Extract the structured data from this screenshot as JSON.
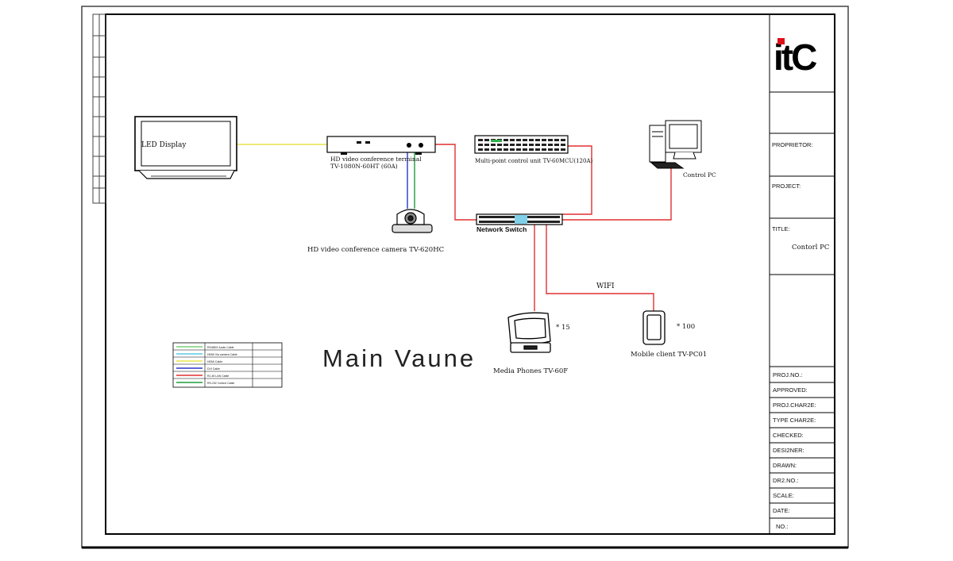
{
  "logo": {
    "text": "itC",
    "accent": "#e0101a"
  },
  "devices": {
    "led_display": "LED Display",
    "terminal": [
      "HD video conference terminal",
      "TV-1080N-60HT (60A)"
    ],
    "mcu": "Multi-point control unit TV-60MCU(120A)",
    "control_pc": "Control PC",
    "camera": "HD video conference camera TV-620HC",
    "switch": "Network Switch",
    "media_phone": "Media Phones TV-60F",
    "mobile_client": "Mobile client TV-PC01"
  },
  "connections": {
    "wifi": "WIFI"
  },
  "quantities": {
    "phones": "* 15",
    "mobile": "* 100"
  },
  "main_title": "Main Vaune",
  "legend": {
    "items": [
      {
        "color": "#7ad07a",
        "label": "RS485/1 Audio Cable"
      },
      {
        "color": "#59c9e6",
        "label": "HDMI Via camera Cable"
      },
      {
        "color": "#e8e24a",
        "label": "HDMI Cable"
      },
      {
        "color": "#2b35c9",
        "label": "DVI Cable"
      },
      {
        "color": "#e03030",
        "label": "RJ-45 LAN Cable"
      },
      {
        "color": "#1f9d3a",
        "label": "RS-232 Control Cable"
      }
    ]
  },
  "title_block": {
    "proprietor": "PROPRIETOR:",
    "project": "PROJECT:",
    "title_label": "TITLE:",
    "title_value": "Contorl PC",
    "fields": [
      "PROJ.NO.:",
      "APPROVED:",
      "PROJ.CHAR2E:",
      "TYPE CHAR2E:",
      "CHECKED:",
      "DESI2NER:",
      "DRAWN:",
      "DR2.NO.:",
      "SCALE:",
      "DATE:",
      "NO.:"
    ]
  },
  "colors": {
    "network": "#e03030",
    "hdmi": "#e8e24a",
    "dvi": "#2b35c9",
    "control": "#1f9d3a"
  }
}
